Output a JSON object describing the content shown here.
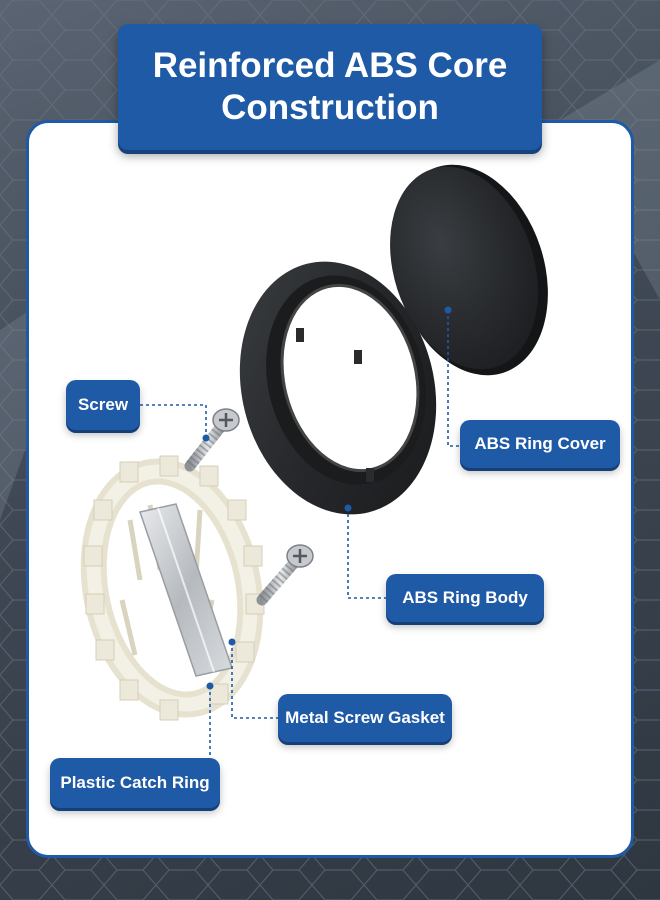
{
  "title": {
    "line1": "Reinforced ABS Core",
    "line2": "Construction"
  },
  "labels": {
    "screw": "Screw",
    "ring_cover": "ABS Ring Cover",
    "ring_body": "ABS Ring Body",
    "metal_gasket": "Metal Screw Gasket",
    "catch_ring": "Plastic Catch Ring"
  },
  "colors": {
    "accent": "#1f5aa6",
    "part_dark": "#2b2d30",
    "catch_ring": "#eeebdc",
    "metal": "#c9ccd0"
  }
}
